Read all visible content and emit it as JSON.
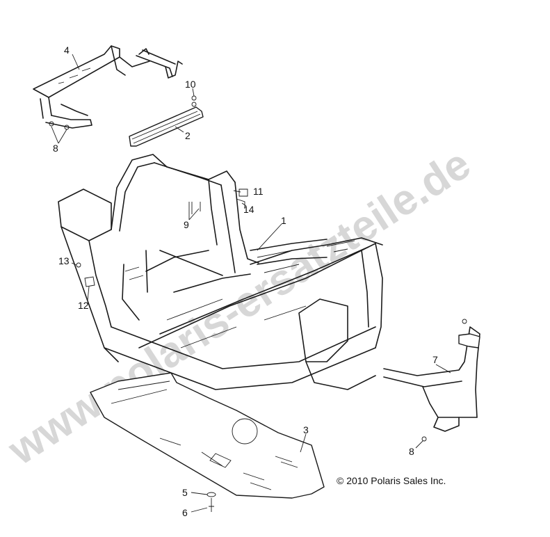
{
  "callouts": {
    "c1": "1",
    "c2": "2",
    "c3": "3",
    "c4": "4",
    "c5": "5",
    "c6": "6",
    "c7": "7",
    "c8a": "8",
    "c8b": "8",
    "c9": "9",
    "c10": "10",
    "c11": "11",
    "c12": "12",
    "c13": "13",
    "c14": "14"
  },
  "copyright": "© 2010 Polaris Sales Inc.",
  "watermark": "www.polaris-ersatzteile.de"
}
